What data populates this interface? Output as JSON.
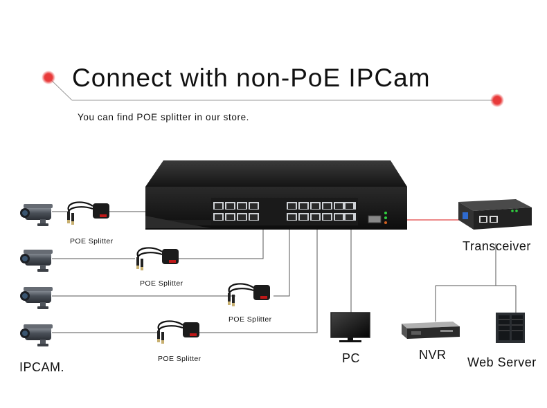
{
  "header": {
    "title": "Connect with non-PoE IPCam",
    "subtitle": "You can find POE splitter in our store.",
    "accent_color": "#e83a3a"
  },
  "labels": {
    "splitter_1": "POE Splitter",
    "splitter_2": "POE Splitter",
    "splitter_3": "POE Splitter",
    "splitter_4": "POE Splitter",
    "ipcam": "IPCAM.",
    "pc": "PC",
    "nvr": "NVR",
    "web_server": "Web Server",
    "transceiver": "Transceiver"
  },
  "icons": [
    "ip-camera-icon",
    "poe-splitter-icon",
    "network-switch-icon",
    "monitor-icon",
    "nvr-icon",
    "server-rack-icon",
    "media-converter-icon"
  ]
}
